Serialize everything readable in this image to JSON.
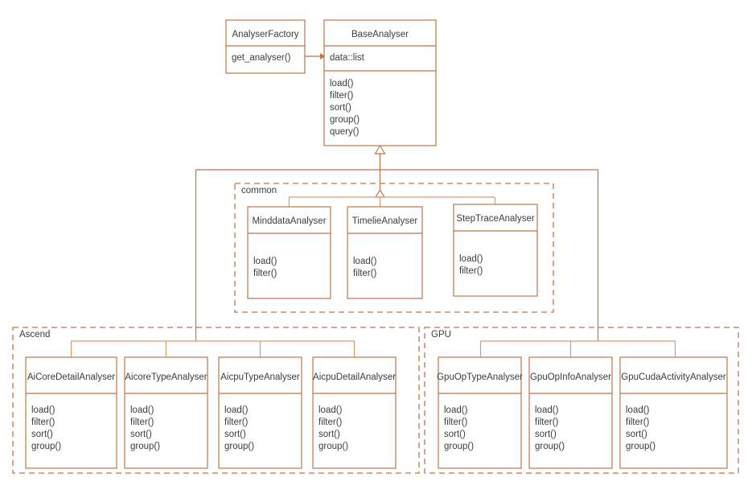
{
  "diagram": {
    "type": "uml-class-diagram",
    "colors": {
      "line": "#c1754a",
      "line_light": "#d79a73",
      "text": "#3c3c3c",
      "background": "#ffffff"
    },
    "classes": [
      {
        "id": "analyser-factory",
        "name": "AnalyserFactory",
        "attributes": [],
        "methods": [
          "get_analyser()"
        ],
        "package": null
      },
      {
        "id": "base-analyser",
        "name": "BaseAnalyser",
        "attributes": [
          "data::list"
        ],
        "methods": [
          "load()",
          "filter()",
          "sort()",
          "group()",
          "query()"
        ],
        "package": null
      },
      {
        "id": "minddata-analyser",
        "name": "MinddataAnalyser",
        "attributes": [],
        "methods": [
          "load()",
          "filter()"
        ],
        "package": "common"
      },
      {
        "id": "timelie-analyser",
        "name": "TimelieAnalyser",
        "attributes": [],
        "methods": [
          "load()",
          "filter()"
        ],
        "package": "common"
      },
      {
        "id": "steptrace-analyser",
        "name": "StepTraceAnalyser",
        "attributes": [],
        "methods": [
          "load()",
          "filter()"
        ],
        "package": "common"
      },
      {
        "id": "aicoredetail-analyser",
        "name": "AiCoreDetailAnalyser",
        "attributes": [],
        "methods": [
          "load()",
          "filter()",
          "sort()",
          "group()"
        ],
        "package": "Ascend"
      },
      {
        "id": "aicoretype-analyser",
        "name": "AicoreTypeAnalyser",
        "attributes": [],
        "methods": [
          "load()",
          "filter()",
          "sort()",
          "group()"
        ],
        "package": "Ascend"
      },
      {
        "id": "aicputype-analyser",
        "name": "AicpuTypeAnalyser",
        "attributes": [],
        "methods": [
          "load()",
          "filter()",
          "sort()",
          "group()"
        ],
        "package": "Ascend"
      },
      {
        "id": "aicpudetail-analyser",
        "name": "AicpuDetailAnalyser",
        "attributes": [],
        "methods": [
          "load()",
          "filter()",
          "sort()",
          "group()"
        ],
        "package": "Ascend"
      },
      {
        "id": "gpuoptype-analyser",
        "name": "GpuOpTypeAnalyser",
        "attributes": [],
        "methods": [
          "load()",
          "filter()",
          "sort()",
          "group()"
        ],
        "package": "GPU"
      },
      {
        "id": "gpuopinfo-analyser",
        "name": "GpuOpInfoAnalyser",
        "attributes": [],
        "methods": [
          "load()",
          "filter()",
          "sort()",
          "group()"
        ],
        "package": "GPU"
      },
      {
        "id": "gpucudaactivity-analyser",
        "name": "GpuCudaActivityAnalyser",
        "attributes": [],
        "methods": [
          "load()",
          "filter()",
          "sort()",
          "group()"
        ],
        "package": "GPU"
      }
    ],
    "packages": [
      {
        "id": "common",
        "label": "common"
      },
      {
        "id": "ascend",
        "label": "Ascend"
      },
      {
        "id": "gpu",
        "label": "GPU"
      }
    ],
    "relations": [
      {
        "from": "analyser-factory",
        "to": "base-analyser",
        "kind": "association-directed"
      },
      {
        "from": "minddata-analyser",
        "to": "base-analyser",
        "kind": "generalization"
      },
      {
        "from": "timelie-analyser",
        "to": "base-analyser",
        "kind": "generalization"
      },
      {
        "from": "steptrace-analyser",
        "to": "base-analyser",
        "kind": "generalization"
      },
      {
        "from": "aicoredetail-analyser",
        "to": "base-analyser",
        "kind": "generalization"
      },
      {
        "from": "aicoretype-analyser",
        "to": "base-analyser",
        "kind": "generalization"
      },
      {
        "from": "aicputype-analyser",
        "to": "base-analyser",
        "kind": "generalization"
      },
      {
        "from": "aicpudetail-analyser",
        "to": "base-analyser",
        "kind": "generalization"
      },
      {
        "from": "gpuoptype-analyser",
        "to": "base-analyser",
        "kind": "generalization"
      },
      {
        "from": "gpuopinfo-analyser",
        "to": "base-analyser",
        "kind": "generalization"
      },
      {
        "from": "gpucudaactivity-analyser",
        "to": "base-analyser",
        "kind": "generalization"
      }
    ]
  }
}
